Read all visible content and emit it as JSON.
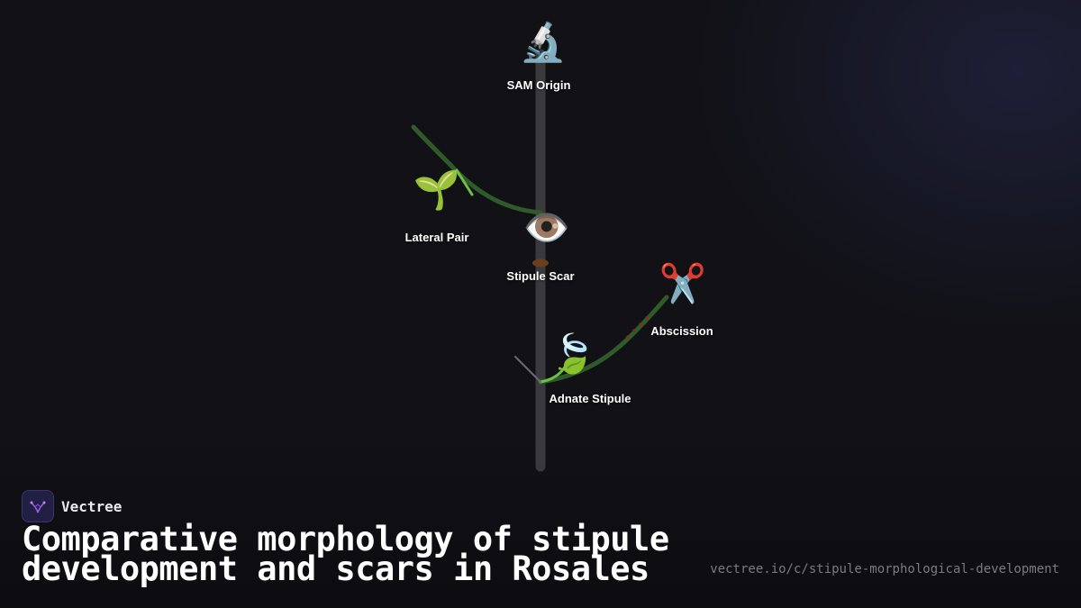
{
  "brand": {
    "name": "Vectree"
  },
  "title": "Comparative morphology of stipule development and scars in Rosales",
  "url": "vectree.io/c/stipule-morphological-development",
  "nodes": [
    {
      "id": "sam-origin",
      "label": "SAM Origin",
      "icon": "microscope-icon"
    },
    {
      "id": "lateral-pair",
      "label": "Lateral Pair",
      "icon": "seedling-icon"
    },
    {
      "id": "stipule-scar",
      "label": "Stipule Scar",
      "icon": "eye-icon"
    },
    {
      "id": "abscission",
      "label": "Abscission",
      "icon": "scissors-icon"
    },
    {
      "id": "adnate-stipule",
      "label": "Adnate Stipule",
      "icon": "leaf-icon"
    }
  ],
  "colors": {
    "background": "#111116",
    "stem": "#3a3a3e",
    "branch": "#2f5a2a",
    "branch_highlight": "#6cc04a",
    "scar": "#6b3f1c",
    "brand_logo": "#221f44",
    "url_text": "#7a7a82"
  }
}
